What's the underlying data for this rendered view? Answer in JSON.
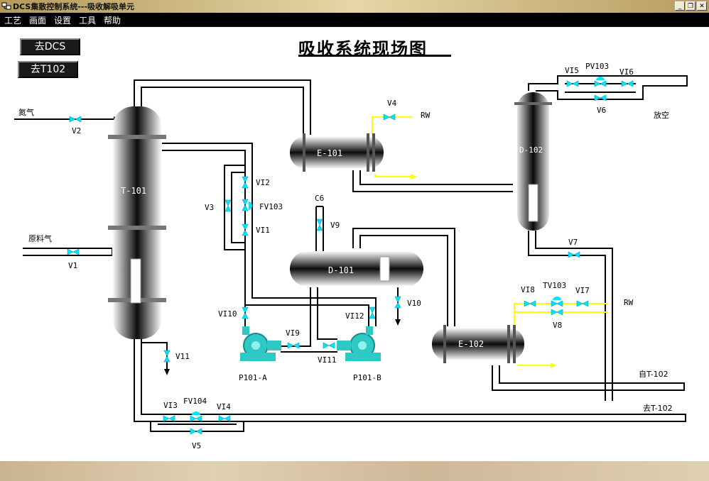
{
  "window": {
    "title": "DCS集散控制系统---吸收解吸单元"
  },
  "menu": [
    "工艺",
    "画面",
    "设置",
    "工具",
    "帮助"
  ],
  "nav": {
    "dcs_button": "去DCS",
    "t102_button": "去T102"
  },
  "page_title": "吸收系统现场图",
  "equipment": {
    "T-101": "T-101",
    "E-101": "E-101",
    "D-102": "D-102",
    "D-101": "D-101",
    "E-102": "E-102",
    "P101-A": "P101-A",
    "P101-B": "P101-B"
  },
  "valves": {
    "V1": "V1",
    "V2": "V2",
    "V3": "V3",
    "V4": "V4",
    "V5": "V5",
    "V6": "V6",
    "V7": "V7",
    "V8": "V8",
    "V9": "V9",
    "V10": "V10",
    "V11": "V11",
    "VI1": "VI1",
    "VI2": "VI2",
    "VI3": "VI3",
    "VI4": "VI4",
    "VI5": "VI5",
    "VI6": "VI6",
    "VI7": "VI7",
    "VI8": "VI8",
    "VI9": "VI9",
    "VI10": "VI10",
    "VI11": "VI11",
    "VI12": "VI12",
    "FV103": "FV103",
    "FV104": "FV104",
    "PV103": "PV103",
    "TV103": "TV103"
  },
  "streams": {
    "nitrogen": "氮气",
    "feed_gas": "原料气",
    "vent": "放空",
    "rw_top": "RW",
    "rw_right": "RW",
    "c6": "C6",
    "from_t102": "自T-102",
    "to_t102": "去T-102"
  },
  "colors": {
    "pipe": "#000000",
    "cooling_water": "#ffff00",
    "valve": "#00e5ff",
    "pump": "#2ec9c4"
  }
}
